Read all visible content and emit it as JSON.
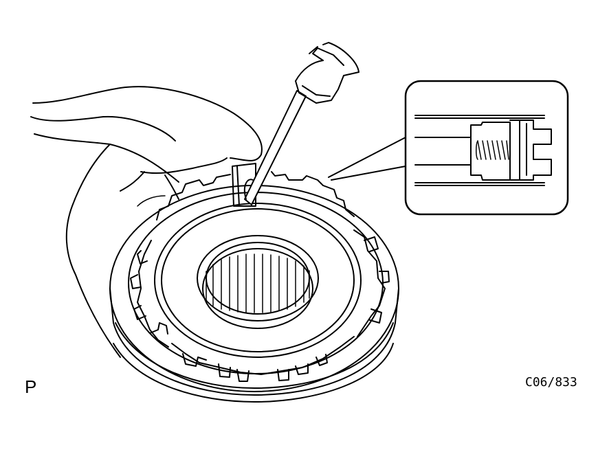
{
  "figure": {
    "corner_label": "P",
    "code": "C06/833"
  },
  "colors": {
    "ink": "#000000",
    "paper": "#ffffff"
  },
  "icons": {
    "inset": "magnified-detail-callout",
    "tool": "screwdriver-icon",
    "hand": "hand-illustration"
  }
}
